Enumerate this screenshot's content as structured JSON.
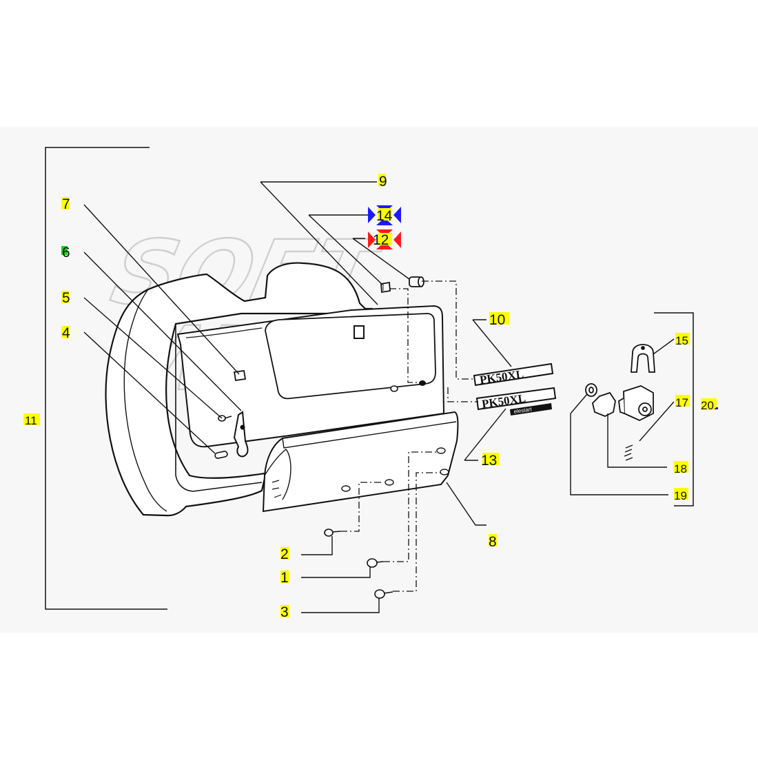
{
  "diagram": {
    "watermark": {
      "line1": "SOFT",
      "line2": "WAY"
    },
    "badges": {
      "pk50xl": "PK50XL",
      "pk50xl_elestart_main": "PK50XL",
      "pk50xl_elestart_sub": "elestart"
    },
    "callouts": {
      "c1": "1",
      "c2": "2",
      "c3": "3",
      "c4": "4",
      "c5": "5",
      "c6": "6",
      "c7": "7",
      "c8": "8",
      "c9": "9",
      "c10": "10",
      "c11": "11",
      "c12": "12",
      "c13": "13",
      "c14": "14",
      "c15": "15",
      "c17": "17",
      "c18": "18",
      "c19": "19",
      "c20": "20."
    },
    "colors": {
      "highlight": "#ffff00",
      "marker_green": "#22cc22",
      "arrow_blue": "#1a1aff",
      "arrow_red": "#ff1a1a",
      "line": "#111111",
      "band": "#f7f7f7"
    }
  }
}
